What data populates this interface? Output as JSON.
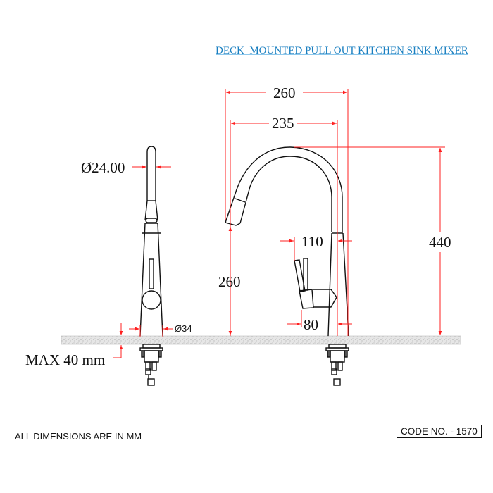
{
  "title": "DECK  MOUNTED PULL OUT KITCHEN SINK MIXER",
  "side_view": {
    "spout_diameter": "Ø24.00",
    "base_diameter": "Ø34",
    "max_deck_thickness": "MAX 40 mm"
  },
  "front_view": {
    "total_reach": "260",
    "spout_reach": "235",
    "spout_outlet_height": "260",
    "total_height": "440",
    "lever_offset_top": "110",
    "lever_offset_bottom": "80"
  },
  "footer": {
    "note": "ALL DIMENSIONS ARE IN MM",
    "code": "CODE NO. - 1570"
  },
  "colors": {
    "title": "#1a7fc0",
    "dimension_lines": "#ff2020",
    "drawing": "#111111",
    "countertop": "#cfcfcf"
  }
}
